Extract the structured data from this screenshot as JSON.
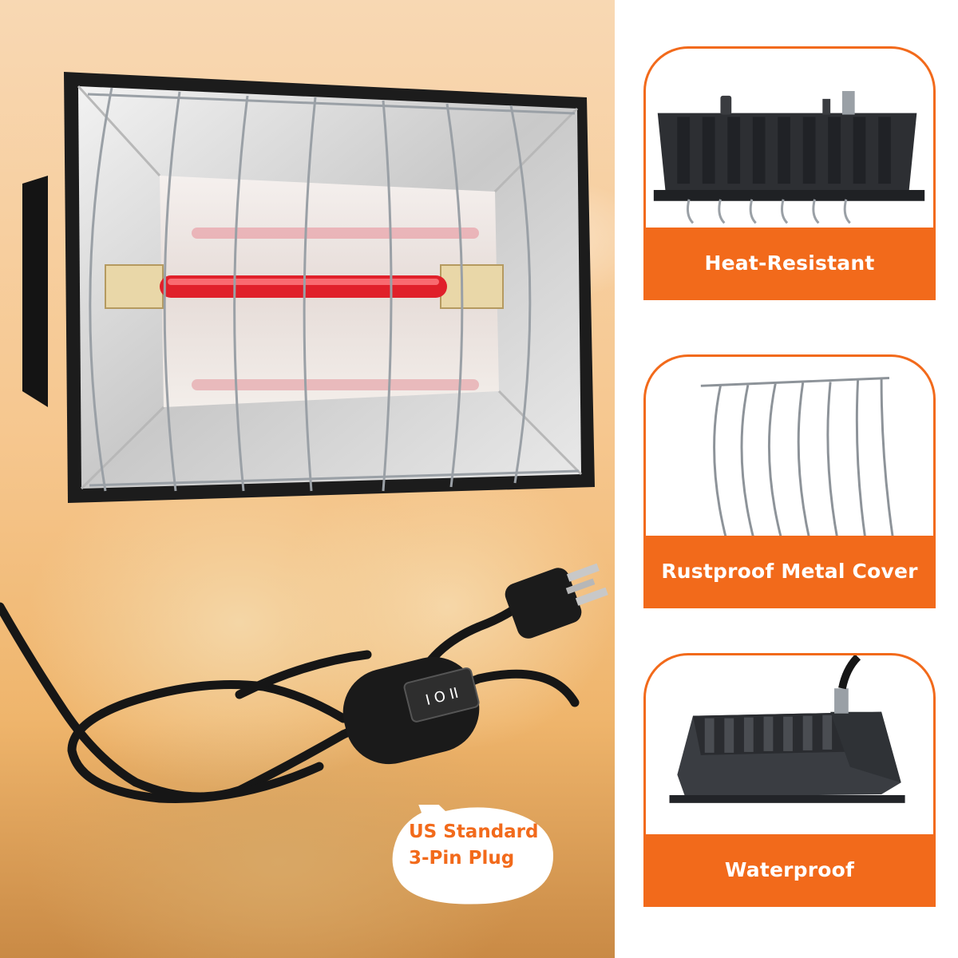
{
  "features": [
    {
      "label": "Heat-Resistant",
      "icon": "lamp-housing-top-icon"
    },
    {
      "label": "Rustproof Metal Cover",
      "icon": "wire-guard-icon"
    },
    {
      "label": "Waterproof",
      "icon": "lamp-housing-side-icon"
    }
  ],
  "callout": {
    "line1": "US Standard",
    "line2": "3-Pin Plug"
  },
  "switch": {
    "symbol": "I O II"
  },
  "colors": {
    "accent": "#f26a1b",
    "lamp_housing": "#1c1c1c",
    "heater_tube": "#e0202a"
  }
}
